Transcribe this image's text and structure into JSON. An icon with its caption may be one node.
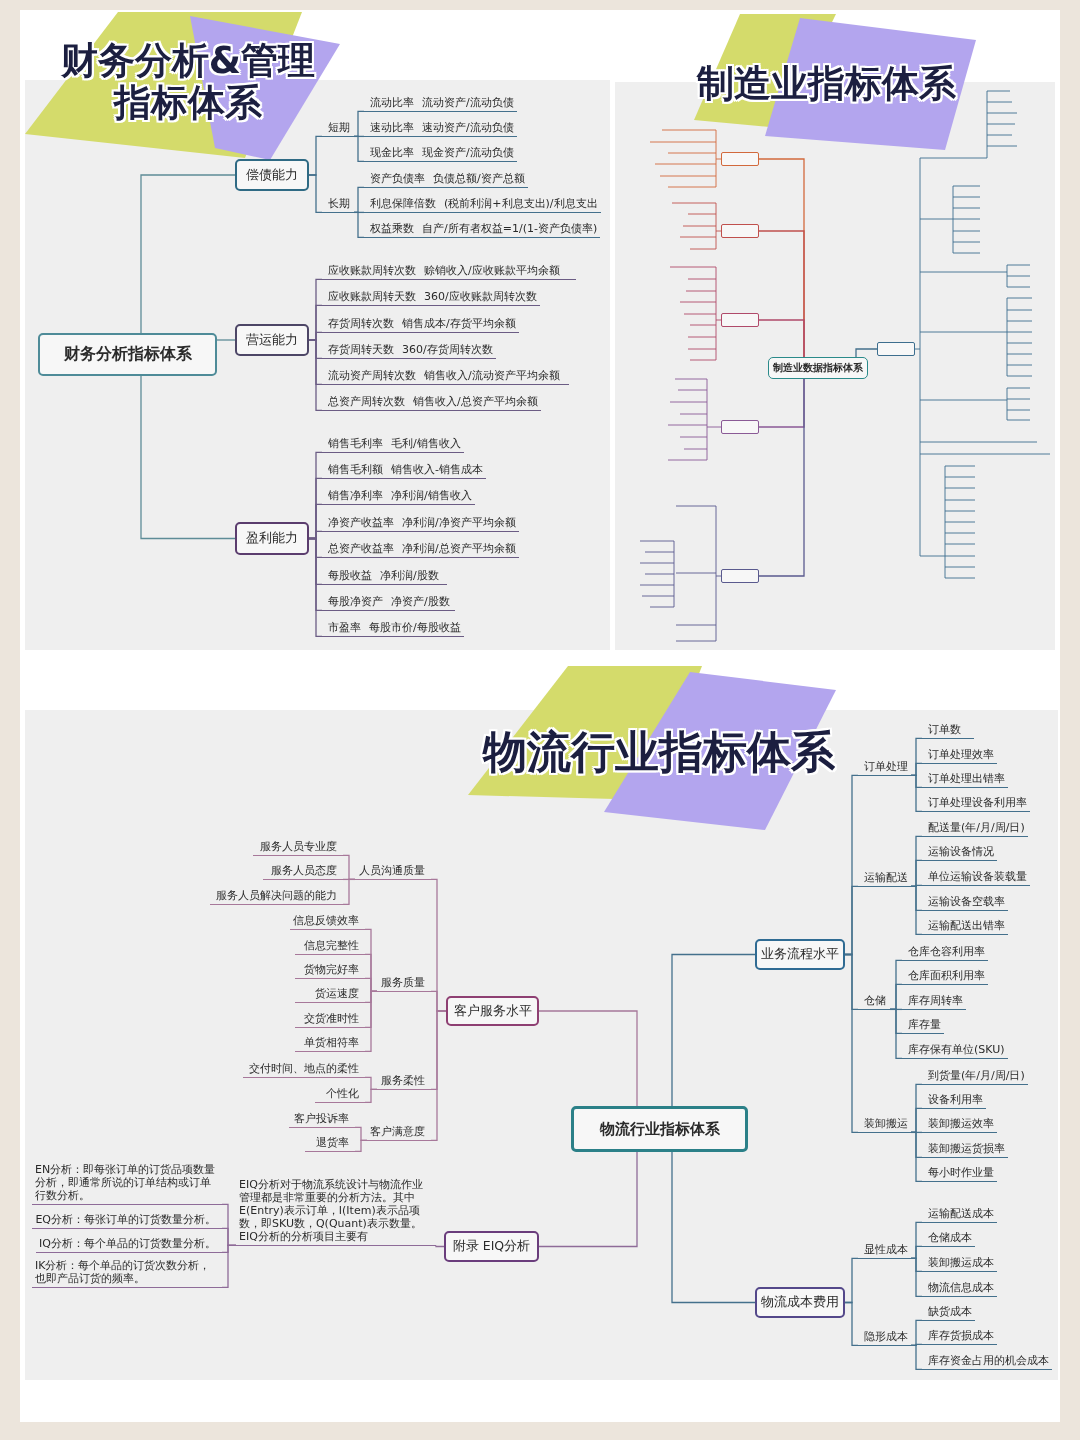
{
  "diagram": {
    "nodes": [
      {
        "text": [
          "财务分析指标体系"
        ]
      },
      {
        "text": [
          "偿债能力"
        ]
      },
      {
        "text": [
          "短期"
        ]
      },
      {
        "text": [
          "流动比率",
          "流动资产/流动负债"
        ]
      },
      {
        "text": [
          "速动比率",
          "速动资产/流动负债"
        ]
      },
      {
        "text": [
          "现金比率",
          "现金资产/流动负债"
        ]
      },
      {
        "text": [
          "长期"
        ]
      },
      {
        "text": [
          "资产负债率",
          "负债总额/资产总额"
        ]
      },
      {
        "text": [
          "利息保障倍数",
          "(税前利润+利息支出)/利息支出"
        ]
      },
      {
        "text": [
          "权益乘数",
          "自产/所有者权益=1/(1-资产负债率)"
        ]
      },
      {
        "text": [
          "营运能力"
        ]
      },
      {
        "text": [
          "应收账款周转次数",
          "赊销收入/应收账款平均余额"
        ]
      },
      {
        "text": [
          "应收账款周转天数",
          "360/应收账款周转次数"
        ]
      },
      {
        "text": [
          "存货周转次数",
          "销售成本/存货平均余额"
        ]
      },
      {
        "text": [
          "存货周转天数",
          "360/存货周转次数"
        ]
      },
      {
        "text": [
          "流动资产周转次数",
          "销售收入/流动资产平均余额"
        ]
      },
      {
        "text": [
          "总资产周转次数",
          "销售收入/总资产平均余额"
        ]
      },
      {
        "text": [
          "盈利能力"
        ]
      },
      {
        "text": [
          "销售毛利率",
          "毛利/销售收入"
        ]
      },
      {
        "text": [
          "销售毛利额",
          "销售收入-销售成本"
        ]
      },
      {
        "text": [
          "销售净利率",
          "净利润/销售收入"
        ]
      },
      {
        "text": [
          "净资产收益率",
          "净利润/净资产平均余额"
        ]
      },
      {
        "text": [
          "总资产收益率",
          "净利润/总资产平均余额"
        ]
      },
      {
        "text": [
          "每股收益",
          "净利润/股数"
        ]
      },
      {
        "text": [
          "每股净资产",
          "净资产/股数"
        ]
      },
      {
        "text": [
          "市盈率",
          "每股市价/每股收益"
        ]
      },
      {
        "text": [
          "制造业数据指标体系"
        ]
      },
      {
        "text": [],
        "shape": "box"
      },
      {
        "text": [],
        "shape": "box"
      },
      {
        "text": [],
        "shape": "box"
      },
      {
        "text": [],
        "shape": "box"
      },
      {
        "text": [],
        "shape": "box"
      },
      {
        "text": [],
        "shape": "box"
      },
      {
        "text": [
          "物流行业指标体系"
        ]
      },
      {
        "text": [
          "客户服务水平"
        ]
      },
      {
        "text": [
          "人员沟通质量"
        ]
      },
      {
        "text": [
          "服务人员专业度"
        ]
      },
      {
        "text": [
          "服务人员态度"
        ]
      },
      {
        "text": [
          "服务人员解决问题的能力"
        ]
      },
      {
        "text": [
          "服务质量"
        ]
      },
      {
        "text": [
          "信息反馈效率"
        ]
      },
      {
        "text": [
          "信息完整性"
        ]
      },
      {
        "text": [
          "货物完好率"
        ]
      },
      {
        "text": [
          "货运速度"
        ]
      },
      {
        "text": [
          "交货准时性"
        ]
      },
      {
        "text": [
          "单货相符率"
        ]
      },
      {
        "text": [
          "服务柔性"
        ]
      },
      {
        "text": [
          "交付时间、地点的柔性"
        ]
      },
      {
        "text": [
          "个性化"
        ]
      },
      {
        "text": [
          "客户满意度"
        ]
      },
      {
        "text": [
          "客户投诉率"
        ]
      },
      {
        "text": [
          "退货率"
        ]
      },
      {
        "text": [
          "附录 EIQ分析"
        ]
      },
      {
        "text": [
          "EIQ分析对于物流系统设计与物流作业管理都是非常重要的分析方法。其中E(Entry)表示订单，I(Item)表示品项数，即SKU数，Q(Quant)表示数量。EIQ分析的分析项目主要有"
        ]
      },
      {
        "text": [
          "EN分析：即每张订单的订货品项数量分析，即通常所说的订单结构或订单行数分析。"
        ]
      },
      {
        "text": [
          "EQ分析：每张订单的订货数量分析。"
        ]
      },
      {
        "text": [
          "IQ分析：每个单品的订货数量分析。"
        ]
      },
      {
        "text": [
          "IK分析：每个单品的订货次数分析，也即产品订货的频率。"
        ]
      },
      {
        "text": [
          "业务流程水平"
        ]
      },
      {
        "text": [
          "订单处理"
        ]
      },
      {
        "text": [
          "订单数"
        ]
      },
      {
        "text": [
          "订单处理效率"
        ]
      },
      {
        "text": [
          "订单处理出错率"
        ]
      },
      {
        "text": [
          "订单处理设备利用率"
        ]
      },
      {
        "text": [
          "运输配送"
        ]
      },
      {
        "text": [
          "配送量(年/月/周/日)"
        ]
      },
      {
        "text": [
          "运输设备情况"
        ]
      },
      {
        "text": [
          "单位运输设备装载量"
        ]
      },
      {
        "text": [
          "运输设备空载率"
        ]
      },
      {
        "text": [
          "运输配送出错率"
        ]
      },
      {
        "text": [
          "仓储"
        ]
      },
      {
        "text": [
          "仓库仓容利用率"
        ]
      },
      {
        "text": [
          "仓库面积利用率"
        ]
      },
      {
        "text": [
          "库存周转率"
        ]
      },
      {
        "text": [
          "库存量"
        ]
      },
      {
        "text": [
          "库存保有单位(SKU)"
        ]
      },
      {
        "text": [
          "装卸搬运"
        ]
      },
      {
        "text": [
          "到货量(年/月/周/日)"
        ]
      },
      {
        "text": [
          "设备利用率"
        ]
      },
      {
        "text": [
          "装卸搬运效率"
        ]
      },
      {
        "text": [
          "装卸搬运货损率"
        ]
      },
      {
        "text": [
          "每小时作业量"
        ]
      },
      {
        "text": [
          "物流成本费用"
        ]
      },
      {
        "text": [
          "显性成本"
        ]
      },
      {
        "text": [
          "运输配送成本"
        ]
      },
      {
        "text": [
          "仓储成本"
        ]
      },
      {
        "text": [
          "装卸搬运成本"
        ]
      },
      {
        "text": [
          "物流信息成本"
        ]
      },
      {
        "text": [
          "隐形成本"
        ]
      },
      {
        "text": [
          "缺货成本"
        ]
      },
      {
        "text": [
          "库存货损成本"
        ]
      },
      {
        "text": [
          "库存资金占用的机会成本"
        ]
      }
    ],
    "edges": [
      {
        "from": 0,
        "to": 1,
        "arrow": "none",
        "color": "#5e8c97"
      },
      {
        "from": 1,
        "to": 2,
        "arrow": "none"
      },
      {
        "from": 2,
        "to": 3,
        "arrow": "none"
      },
      {
        "from": 2,
        "to": 4,
        "arrow": "none"
      },
      {
        "from": 2,
        "to": 5,
        "arrow": "none"
      },
      {
        "from": 1,
        "to": 6,
        "arrow": "none"
      },
      {
        "from": 6,
        "to": 7,
        "arrow": "none"
      },
      {
        "from": 6,
        "to": 8,
        "arrow": "none"
      },
      {
        "from": 6,
        "to": 9,
        "arrow": "none"
      },
      {
        "from": 0,
        "to": 10,
        "arrow": "none",
        "color": "#5e8c97"
      },
      {
        "from": 10,
        "to": 11,
        "arrow": "none",
        "color": "#6b5c84"
      },
      {
        "from": 10,
        "to": 12,
        "arrow": "none",
        "color": "#6b5c84"
      },
      {
        "from": 10,
        "to": 13,
        "arrow": "none",
        "color": "#6b5c84"
      },
      {
        "from": 10,
        "to": 14,
        "arrow": "none",
        "color": "#6b5c84"
      },
      {
        "from": 10,
        "to": 15,
        "arrow": "none",
        "color": "#6b5c84"
      },
      {
        "from": 10,
        "to": 16,
        "arrow": "none",
        "color": "#6b5c84"
      },
      {
        "from": 0,
        "to": 17,
        "arrow": "none",
        "color": "#5e8c97"
      },
      {
        "from": 17,
        "to": 18,
        "arrow": "none",
        "color": "#6b5c84"
      },
      {
        "from": 17,
        "to": 19,
        "arrow": "none",
        "color": "#6b5c84"
      },
      {
        "from": 17,
        "to": 20,
        "arrow": "none",
        "color": "#6b5c84"
      },
      {
        "from": 17,
        "to": 21,
        "arrow": "none",
        "color": "#6b5c84"
      },
      {
        "from": 17,
        "to": 22,
        "arrow": "none",
        "color": "#6b5c84"
      },
      {
        "from": 17,
        "to": 23,
        "arrow": "none",
        "color": "#6b5c84"
      },
      {
        "from": 17,
        "to": 24,
        "arrow": "none",
        "color": "#6b5c84"
      },
      {
        "from": 17,
        "to": 25,
        "arrow": "none",
        "color": "#6b5c84"
      },
      {
        "from": 26,
        "to": 27,
        "arrow": "none",
        "color": "#d2693c"
      },
      {
        "from": 26,
        "to": 28,
        "arrow": "none",
        "color": "#c0504d"
      },
      {
        "from": 26,
        "to": 29,
        "arrow": "none",
        "color": "#b04a6a"
      },
      {
        "from": 26,
        "to": 30,
        "arrow": "none",
        "color": "#8a5a96"
      },
      {
        "from": 26,
        "to": 31,
        "arrow": "none",
        "color": "#5a5a8e"
      },
      {
        "from": 26,
        "to": 32,
        "arrow": "none"
      },
      {
        "from": 33,
        "to": 34,
        "arrow": "none",
        "color": "#a7789a"
      },
      {
        "from": 34,
        "to": 35,
        "arrow": "none",
        "color": "#a7789a"
      },
      {
        "from": 35,
        "to": 36,
        "arrow": "none",
        "color": "#a7789a"
      },
      {
        "from": 35,
        "to": 37,
        "arrow": "none",
        "color": "#a7789a"
      },
      {
        "from": 35,
        "to": 38,
        "arrow": "none",
        "color": "#a7789a"
      },
      {
        "from": 34,
        "to": 39,
        "arrow": "none",
        "color": "#a7789a"
      },
      {
        "from": 39,
        "to": 40,
        "arrow": "none",
        "color": "#a7789a"
      },
      {
        "from": 39,
        "to": 41,
        "arrow": "none",
        "color": "#a7789a"
      },
      {
        "from": 39,
        "to": 42,
        "arrow": "none",
        "color": "#a7789a"
      },
      {
        "from": 39,
        "to": 43,
        "arrow": "none",
        "color": "#a7789a"
      },
      {
        "from": 39,
        "to": 44,
        "arrow": "none",
        "color": "#a7789a"
      },
      {
        "from": 39,
        "to": 45,
        "arrow": "none",
        "color": "#a7789a"
      },
      {
        "from": 34,
        "to": 46,
        "arrow": "none",
        "color": "#a7789a"
      },
      {
        "from": 46,
        "to": 47,
        "arrow": "none",
        "color": "#a7789a"
      },
      {
        "from": 46,
        "to": 48,
        "arrow": "none",
        "color": "#a7789a"
      },
      {
        "from": 34,
        "to": 49,
        "arrow": "none",
        "color": "#a7789a"
      },
      {
        "from": 49,
        "to": 50,
        "arrow": "none",
        "color": "#a7789a"
      },
      {
        "from": 49,
        "to": 51,
        "arrow": "none",
        "color": "#a7789a"
      },
      {
        "from": 33,
        "to": 52,
        "arrow": "none",
        "color": "#8e6b98"
      },
      {
        "from": 52,
        "to": 53,
        "arrow": "none",
        "color": "#8e6b98"
      },
      {
        "from": 53,
        "to": 54,
        "arrow": "none",
        "color": "#8e6b98"
      },
      {
        "from": 53,
        "to": 55,
        "arrow": "none",
        "color": "#8e6b98"
      },
      {
        "from": 53,
        "to": 56,
        "arrow": "none",
        "color": "#8e6b98"
      },
      {
        "from": 53,
        "to": 57,
        "arrow": "none",
        "color": "#8e6b98"
      },
      {
        "from": 33,
        "to": 58,
        "arrow": "none"
      },
      {
        "from": 58,
        "to": 59,
        "arrow": "none"
      },
      {
        "from": 59,
        "to": 60,
        "arrow": "none"
      },
      {
        "from": 59,
        "to": 61,
        "arrow": "none"
      },
      {
        "from": 59,
        "to": 62,
        "arrow": "none"
      },
      {
        "from": 59,
        "to": 63,
        "arrow": "none"
      },
      {
        "from": 58,
        "to": 64,
        "arrow": "none"
      },
      {
        "from": 64,
        "to": 65,
        "arrow": "none"
      },
      {
        "from": 64,
        "to": 66,
        "arrow": "none"
      },
      {
        "from": 64,
        "to": 67,
        "arrow": "none"
      },
      {
        "from": 64,
        "to": 68,
        "arrow": "none"
      },
      {
        "from": 64,
        "to": 69,
        "arrow": "none"
      },
      {
        "from": 58,
        "to": 70,
        "arrow": "none"
      },
      {
        "from": 70,
        "to": 71,
        "arrow": "none"
      },
      {
        "from": 70,
        "to": 72,
        "arrow": "none"
      },
      {
        "from": 70,
        "to": 73,
        "arrow": "none"
      },
      {
        "from": 70,
        "to": 74,
        "arrow": "none"
      },
      {
        "from": 70,
        "to": 75,
        "arrow": "none"
      },
      {
        "from": 58,
        "to": 76,
        "arrow": "none"
      },
      {
        "from": 76,
        "to": 77,
        "arrow": "none"
      },
      {
        "from": 76,
        "to": 78,
        "arrow": "none"
      },
      {
        "from": 76,
        "to": 79,
        "arrow": "none"
      },
      {
        "from": 76,
        "to": 80,
        "arrow": "none"
      },
      {
        "from": 76,
        "to": 81,
        "arrow": "none"
      },
      {
        "from": 33,
        "to": 82,
        "arrow": "none"
      },
      {
        "from": 82,
        "to": 83,
        "arrow": "none"
      },
      {
        "from": 83,
        "to": 84,
        "arrow": "none"
      },
      {
        "from": 83,
        "to": 85,
        "arrow": "none"
      },
      {
        "from": 83,
        "to": 86,
        "arrow": "none"
      },
      {
        "from": 83,
        "to": 87,
        "arrow": "none"
      },
      {
        "from": 82,
        "to": 88,
        "arrow": "none"
      },
      {
        "from": 88,
        "to": 89,
        "arrow": "none"
      },
      {
        "from": 88,
        "to": 90,
        "arrow": "none"
      },
      {
        "from": 88,
        "to": 91,
        "arrow": "none"
      }
    ],
    "labels": [
      "财务分析&管理指标体系",
      "制造业指标体系",
      "物流行业指标体系"
    ]
  }
}
